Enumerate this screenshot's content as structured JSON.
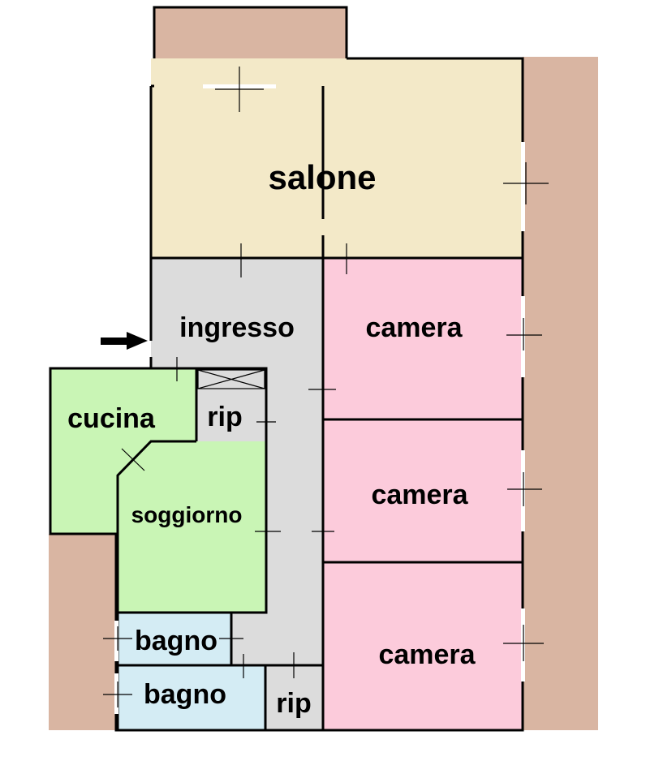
{
  "colors": {
    "terrace": "#d9b5a2",
    "living": "#f3e9c8",
    "hall": "#dcdcdc",
    "bedroom": "#fccbdb",
    "kitchen": "#c9f5b5",
    "bathroom": "#d4ecf4",
    "storage": "#dcdcdc",
    "wall": "#000000",
    "window": "#ffffff"
  },
  "rooms": {
    "salone": "salone",
    "ingresso": "ingresso",
    "camera_1": "camera",
    "camera_2": "camera",
    "camera_3": "camera",
    "cucina": "cucina",
    "rip_1": "rip",
    "soggiorno": "soggiorno",
    "bagno_1": "bagno",
    "bagno_2": "bagno",
    "rip_2": "rip"
  },
  "icons": {
    "entrance": "arrow-right-icon"
  }
}
